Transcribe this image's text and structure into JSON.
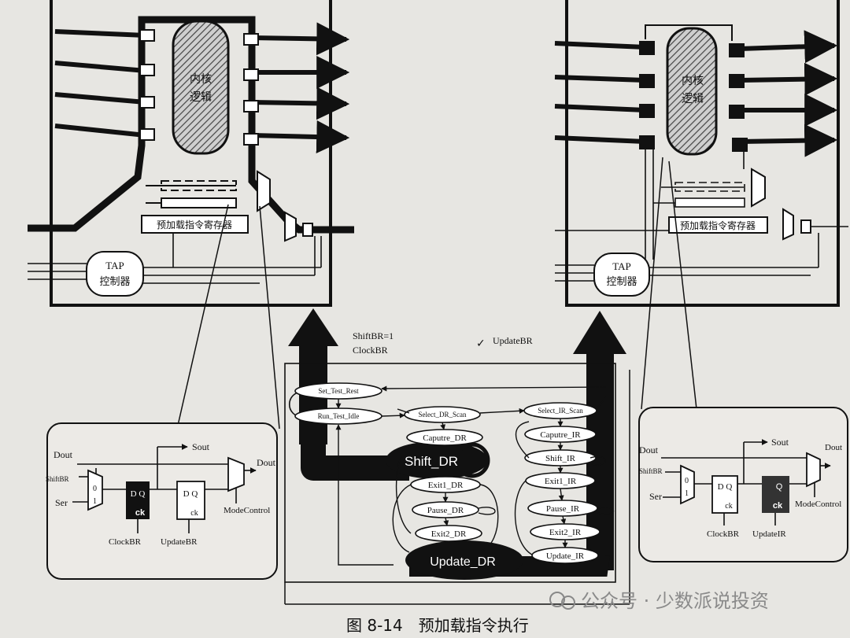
{
  "labels": {
    "core_left": [
      "内核",
      "逻辑"
    ],
    "core_right": [
      "内核",
      "逻辑"
    ],
    "preload_reg_left": "预加载指令寄存器",
    "preload_reg_right": "预加载指令寄存器",
    "tap_left": [
      "TAP",
      "控制器"
    ],
    "tap_right": [
      "TAP",
      "控制器"
    ],
    "shiftbr_eq": "ShiftBR=1",
    "clockbr_top": "ClockBR",
    "updatebr_top": "UpdateBR",
    "check_mark": "✓",
    "caption": "图 8-14　预加载指令执行",
    "watermark": "公众号 · 少数派说投资"
  },
  "fsm": {
    "states": {
      "set_test_rest": "Set_Test_Rest",
      "run_test_idle": "Run_Test_Idle",
      "select_dr": "Select_DR_Scan",
      "select_ir": "Select_IR_Scan",
      "capture_dr": "Caputre_DR",
      "capture_ir": "Caputre_IR",
      "shift_dr": "Shift_DR",
      "shift_ir": "Shift_IR",
      "exit1_dr": "Exit1_DR",
      "exit1_ir": "Exit1_IR",
      "pause_dr": "Pause_DR",
      "pause_ir": "Pause_IR",
      "exit2_dr": "Exit2_DR",
      "exit2_ir": "Exit2_IR",
      "update_dr": "Update_DR",
      "update_ir": "Update_IR"
    }
  },
  "cell_left": {
    "dout": "Dout",
    "sout": "Sout",
    "shiftbr": "ShiftBR",
    "ser": "Ser",
    "dq": "D Q",
    "ck": "ck",
    "mux0": "0",
    "mux1": "1",
    "dout_out": "Dout",
    "mode_control": "ModeControl",
    "clockbr": "ClockBR",
    "updatebr": "UpdateBR"
  },
  "cell_right": {
    "dout": "Dout",
    "sout": "Sout",
    "shiftbr": "ShiftBR",
    "ser": "Ser",
    "dq": "D Q",
    "q": "Q",
    "ck": "ck",
    "mux0": "0",
    "mux1": "1",
    "dout_out": "Dout",
    "mode_control": "ModeControl",
    "clockbr": "ClockBR",
    "updateir": "UpdateIR"
  },
  "colors": {
    "paper": "#e7e6e2",
    "ink": "#111111",
    "hatch": "#555555"
  }
}
